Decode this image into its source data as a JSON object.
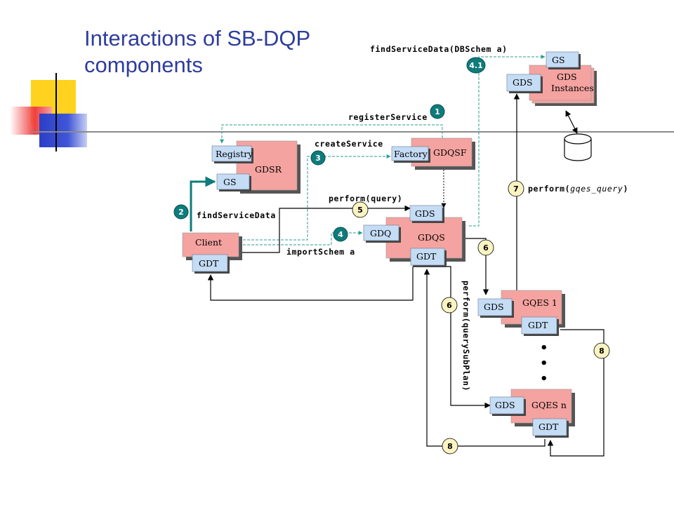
{
  "slide": {
    "title_line1": "Interactions of SB-DQP",
    "title_line2": "components"
  },
  "colors": {
    "title": "#2f3d9c",
    "service_box": "#f4a3a0",
    "port_box": "#c5dcf5",
    "dashed_line": "#2a9d8f",
    "teal_badge": "#0f7b7b",
    "yellow_badge": "#fbf4c2"
  },
  "boxes": {
    "gdsr": "GDSR",
    "registry": "Registry",
    "gdsr_gs": "GS",
    "gdqsf": "GDQSF",
    "factory": "Factory",
    "client": "Client",
    "client_gdt": "GDT",
    "gdqs": "GDQS",
    "gdqs_gds": "GDS",
    "gdq": "GDQ",
    "gdqs_gdt": "GDT",
    "gds_instances_l1": "GDS",
    "gds_instances_l2": "Instances",
    "inst_gs": "GS",
    "inst_gds": "GDS",
    "gqes1": "GQES 1",
    "gqes1_gds": "GDS",
    "gqes1_gdt": "GDT",
    "gqesn": "GQES n",
    "gqesn_gds": "GDS",
    "gqesn_gdt": "GDT"
  },
  "labels": {
    "find_service_data_schema": "findServiceData(DBSchem a)",
    "register_service": "registerService",
    "create_service": "createService",
    "find_service_data": "findServiceData",
    "perform_query": "perform(query)",
    "import_schema": "importSchem a",
    "perform_gqes_prefix": "perform(",
    "perform_gqes_arg": "gqes_query",
    "perform_gqes_suffix": ")",
    "perform_sub_plan": "perform(querySubPlan)",
    "dots": "•"
  },
  "steps": {
    "s1": "1",
    "s2": "2",
    "s3": "3",
    "s4": "4",
    "s4_1": "4.1",
    "s5": "5",
    "s6a": "6",
    "s6b": "6",
    "s7": "7",
    "s8a": "8",
    "s8b": "8"
  }
}
